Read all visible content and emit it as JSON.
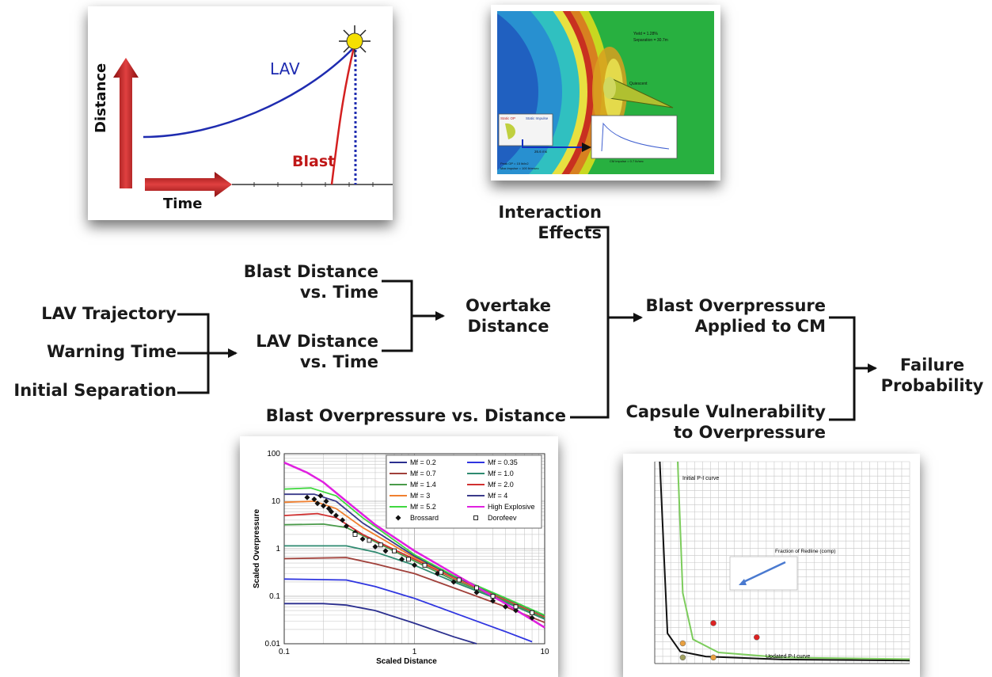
{
  "flow": {
    "lav_trajectory": "LAV Trajectory",
    "warning_time": "Warning Time",
    "initial_separation": "Initial Separation",
    "blast_distance_line1": "Blast Distance",
    "blast_distance_line2": "vs. Time",
    "lav_distance_line1": "LAV Distance",
    "lav_distance_line2": "vs. Time",
    "overtake_line1": "Overtake",
    "overtake_line2": "Distance",
    "interaction_line1": "Interaction",
    "interaction_line2": "Effects",
    "overpressure_vs_distance": "Blast Overpressure vs. Distance",
    "applied_line1": "Blast Overpressure",
    "applied_line2": "Applied to CM",
    "capsule_line1": "Capsule Vulnerability",
    "capsule_line2": "to Overpressure",
    "failure_line1": "Failure",
    "failure_line2": "Probability"
  },
  "trajectory_panel": {
    "lav_label": "LAV",
    "blast_label": "Blast",
    "y_axis_label": "Distance",
    "x_axis_label": "Time",
    "colors": {
      "lav": "#1f2cb0",
      "blast": "#d42020",
      "arrow": "#c0282a"
    }
  },
  "cfd_panel": {
    "yield_text": "Yield = 1.28%",
    "separation_text": "Separation = 30.7m",
    "body_label": "Quiescent",
    "inset_title_left": "Static OP",
    "inset_title_right": "Static Impulse",
    "inset_value": "26.6 ms",
    "inset_caption": "CM impulse = 0.7 lb/sec",
    "peak_line1": "Peak OP = 15 lb/in2",
    "peak_line2": "Max impulse = 100 lb/msec"
  },
  "chart_data": [
    {
      "type": "line",
      "title": "",
      "xlabel": "Scaled Distance",
      "ylabel": "Scaled Overpressure",
      "xscale": "log",
      "yscale": "log",
      "xlim": [
        0.1,
        10
      ],
      "ylim": [
        0.01,
        100
      ],
      "x_ticks": [
        "0.1",
        "1",
        "10"
      ],
      "y_ticks": [
        "0.01",
        "0.1",
        "1",
        "10",
        "100"
      ],
      "grid": true,
      "legend_position": "top-right",
      "series": [
        {
          "name": "Mf = 0.2",
          "color": "#2b2f8f",
          "points": [
            [
              0.1,
              0.07
            ],
            [
              0.2,
              0.07
            ],
            [
              0.3,
              0.065
            ],
            [
              0.5,
              0.05
            ],
            [
              1,
              0.027
            ],
            [
              2,
              0.014
            ],
            [
              3,
              0.01
            ]
          ]
        },
        {
          "name": "Mf = 0.35",
          "color": "#2f35e0",
          "points": [
            [
              0.1,
              0.23
            ],
            [
              0.3,
              0.22
            ],
            [
              0.5,
              0.16
            ],
            [
              1,
              0.09
            ],
            [
              2,
              0.045
            ],
            [
              5,
              0.018
            ],
            [
              8,
              0.011
            ]
          ]
        },
        {
          "name": "Mf = 0.7",
          "color": "#a0403a",
          "points": [
            [
              0.1,
              0.62
            ],
            [
              0.3,
              0.65
            ],
            [
              0.5,
              0.48
            ],
            [
              1,
              0.3
            ],
            [
              2,
              0.15
            ],
            [
              5,
              0.06
            ],
            [
              10,
              0.028
            ]
          ]
        },
        {
          "name": "Mf = 1.0",
          "color": "#2e8a70",
          "points": [
            [
              0.1,
              1.15
            ],
            [
              0.3,
              1.15
            ],
            [
              0.5,
              0.85
            ],
            [
              1,
              0.45
            ],
            [
              2,
              0.2
            ],
            [
              5,
              0.075
            ],
            [
              10,
              0.033
            ]
          ]
        },
        {
          "name": "Mf = 1.4",
          "color": "#4a9a4a",
          "points": [
            [
              0.1,
              3.2
            ],
            [
              0.2,
              3.3
            ],
            [
              0.3,
              2.8
            ],
            [
              0.5,
              1.4
            ],
            [
              1,
              0.55
            ],
            [
              2,
              0.22
            ],
            [
              5,
              0.08
            ],
            [
              10,
              0.035
            ]
          ]
        },
        {
          "name": "Mf = 2.0",
          "color": "#d03030",
          "points": [
            [
              0.1,
              5
            ],
            [
              0.18,
              5.5
            ],
            [
              0.25,
              4.5
            ],
            [
              0.4,
              2
            ],
            [
              1,
              0.6
            ],
            [
              2,
              0.24
            ],
            [
              5,
              0.085
            ],
            [
              10,
              0.037
            ]
          ]
        },
        {
          "name": "Mf = 3",
          "color": "#f08030",
          "points": [
            [
              0.1,
              9.5
            ],
            [
              0.17,
              10
            ],
            [
              0.25,
              7
            ],
            [
              0.4,
              2.8
            ],
            [
              1,
              0.65
            ],
            [
              2,
              0.25
            ],
            [
              5,
              0.088
            ],
            [
              10,
              0.038
            ]
          ]
        },
        {
          "name": "Mf = 4",
          "color": "#3a3a8a",
          "points": [
            [
              0.1,
              14
            ],
            [
              0.17,
              14
            ],
            [
              0.25,
              10
            ],
            [
              0.4,
              3.5
            ],
            [
              1,
              0.7
            ],
            [
              2,
              0.26
            ],
            [
              5,
              0.09
            ],
            [
              10,
              0.039
            ]
          ]
        },
        {
          "name": "Mf = 5.2",
          "color": "#40d840",
          "points": [
            [
              0.1,
              18
            ],
            [
              0.16,
              19
            ],
            [
              0.25,
              13
            ],
            [
              0.4,
              4.5
            ],
            [
              1,
              0.75
            ],
            [
              2,
              0.27
            ],
            [
              5,
              0.092
            ],
            [
              10,
              0.04
            ]
          ]
        },
        {
          "name": "High Explosive",
          "color": "#e020e0",
          "points": [
            [
              0.1,
              65
            ],
            [
              0.15,
              40
            ],
            [
              0.2,
              25
            ],
            [
              0.3,
              10
            ],
            [
              0.5,
              3.2
            ],
            [
              1,
              0.9
            ],
            [
              2,
              0.3
            ],
            [
              5,
              0.07
            ],
            [
              10,
              0.022
            ]
          ]
        }
      ],
      "scatter_series": [
        {
          "name": "Brossard",
          "marker": "filled-diamond",
          "points": [
            [
              0.15,
              12
            ],
            [
              0.17,
              11
            ],
            [
              0.18,
              9
            ],
            [
              0.19,
              13
            ],
            [
              0.2,
              8
            ],
            [
              0.21,
              10
            ],
            [
              0.22,
              7
            ],
            [
              0.23,
              6
            ],
            [
              0.25,
              5
            ],
            [
              0.28,
              4
            ],
            [
              0.3,
              3
            ],
            [
              0.35,
              2.2
            ],
            [
              0.4,
              1.6
            ],
            [
              0.5,
              1.1
            ],
            [
              0.6,
              0.9
            ],
            [
              0.8,
              0.6
            ],
            [
              1,
              0.45
            ],
            [
              1.5,
              0.3
            ],
            [
              2,
              0.2
            ],
            [
              3,
              0.12
            ],
            [
              4,
              0.08
            ],
            [
              5,
              0.06
            ],
            [
              6,
              0.05
            ],
            [
              8,
              0.035
            ]
          ]
        },
        {
          "name": "Dorofeev",
          "marker": "open-square",
          "points": [
            [
              0.35,
              2
            ],
            [
              0.45,
              1.5
            ],
            [
              0.55,
              1.2
            ],
            [
              0.7,
              0.9
            ],
            [
              0.9,
              0.6
            ],
            [
              1.2,
              0.45
            ],
            [
              1.6,
              0.32
            ],
            [
              2.2,
              0.22
            ],
            [
              3,
              0.15
            ],
            [
              4,
              0.1
            ],
            [
              6,
              0.06
            ],
            [
              8,
              0.045
            ]
          ]
        }
      ]
    },
    {
      "type": "line",
      "title": "",
      "xlabel": "",
      "ylabel": "",
      "grid": true,
      "annotations": [
        "Initial P-I curve",
        "Fraction of Redline (comp)",
        "Updated P-I curve"
      ],
      "series": [
        {
          "name": "Initial P-I curve",
          "color": "#111111",
          "points": [
            [
              0.02,
              1.0
            ],
            [
              0.05,
              0.15
            ],
            [
              0.1,
              0.06
            ],
            [
              0.2,
              0.035
            ],
            [
              0.5,
              0.02
            ],
            [
              1.0,
              0.015
            ]
          ]
        },
        {
          "name": "Updated P-I curve",
          "color": "#7ccc5c",
          "points": [
            [
              0.09,
              1.0
            ],
            [
              0.11,
              0.35
            ],
            [
              0.15,
              0.12
            ],
            [
              0.25,
              0.055
            ],
            [
              0.5,
              0.03
            ],
            [
              1.0,
              0.022
            ]
          ]
        }
      ],
      "points": [
        {
          "color": "#dd2222",
          "x": 0.23,
          "y": 0.2
        },
        {
          "color": "#dd2222",
          "x": 0.4,
          "y": 0.13
        },
        {
          "color": "#e8a040",
          "x": 0.11,
          "y": 0.1
        },
        {
          "color": "#a0a060",
          "x": 0.11,
          "y": 0.03
        },
        {
          "color": "#e8a040",
          "x": 0.23,
          "y": 0.03
        }
      ]
    }
  ]
}
